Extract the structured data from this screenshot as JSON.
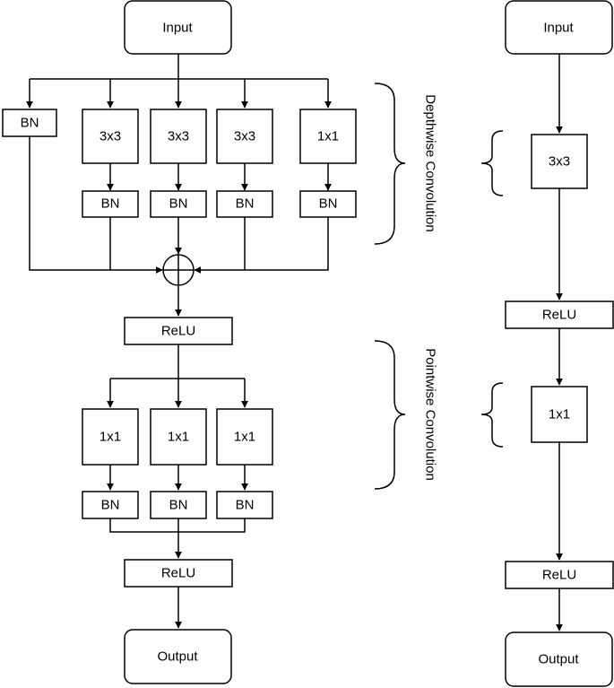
{
  "left": {
    "input": "Input",
    "bn_direct": "BN",
    "depthwise_convs": [
      "3x3",
      "3x3",
      "3x3",
      "1x1"
    ],
    "depthwise_bns": [
      "BN",
      "BN",
      "BN",
      "BN"
    ],
    "relu_1": "ReLU",
    "pointwise_convs": [
      "1x1",
      "1x1",
      "1x1"
    ],
    "pointwise_bns": [
      "BN",
      "BN",
      "BN"
    ],
    "relu_2": "ReLU",
    "output": "Output"
  },
  "braces": {
    "depthwise": "Depthwise Convolution",
    "pointwise": "Pointwise Convolution"
  },
  "right": {
    "input": "Input",
    "conv_1": "3x3",
    "relu_1": "ReLU",
    "conv_2": "1x1",
    "relu_2": "ReLU",
    "output": "Output"
  }
}
